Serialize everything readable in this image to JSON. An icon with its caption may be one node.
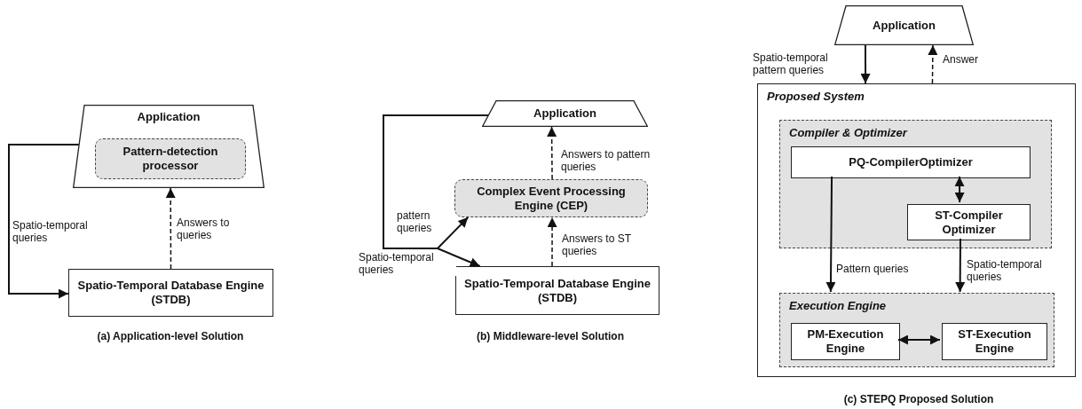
{
  "diagram": {
    "nodes": [
      {
        "text": [
          "Application"
        ]
      },
      {
        "text": [
          "Pattern-detection processor"
        ],
        "in": 0
      },
      {
        "text": [
          "Spatio-Temporal Database Engine (STDB)"
        ]
      },
      {
        "text": [
          "Application"
        ]
      },
      {
        "text": [
          "Complex Event Processing Engine (CEP)"
        ]
      },
      {
        "text": [
          "Spatio-Temporal Database Engine (STDB)"
        ]
      },
      {
        "text": [
          "Application"
        ]
      },
      {
        "text": [
          "Proposed System"
        ]
      },
      {
        "text": [
          "Compiler & Optimizer"
        ],
        "in": 7
      },
      {
        "text": [
          "PQ-CompilerOptimizer"
        ],
        "in": 8
      },
      {
        "text": [
          "ST-Compiler Optimizer"
        ],
        "in": 8
      },
      {
        "text": [
          "Execution Engine"
        ],
        "in": 7
      },
      {
        "text": [
          "PM-Execution Engine"
        ],
        "in": 11
      },
      {
        "text": [
          "ST-Execution Engine"
        ],
        "in": 11
      }
    ],
    "edges": [
      {
        "from": 0,
        "to": 2,
        "arrow": "to",
        "label": "Spatio-temporal queries"
      },
      {
        "from": 2,
        "to": 0,
        "arrow": "to",
        "label": "Answers to queries",
        "style": "dashed"
      },
      {
        "from": 3,
        "to": 4,
        "arrow": "to",
        "label": "pattern queries"
      },
      {
        "from": 3,
        "to": 5,
        "arrow": "to",
        "label": "Spatio-temporal queries"
      },
      {
        "from": 4,
        "to": 3,
        "arrow": "to",
        "label": "Answers to pattern queries",
        "style": "dashed"
      },
      {
        "from": 5,
        "to": 4,
        "arrow": "to",
        "label": "Answers to ST queries",
        "style": "dashed"
      },
      {
        "from": 6,
        "to": 7,
        "arrow": "to",
        "label": "Spatio-temporal pattern queries"
      },
      {
        "from": 7,
        "to": 6,
        "arrow": "to",
        "label": "Answer",
        "style": "dashed"
      },
      {
        "from": 9,
        "to": 10,
        "arrow": "both"
      },
      {
        "from": 9,
        "to": 11,
        "arrow": "to",
        "label": "Pattern queries"
      },
      {
        "from": 10,
        "to": 11,
        "arrow": "to",
        "label": "Spatio-temporal queries"
      },
      {
        "from": 12,
        "to": 13,
        "arrow": "both"
      }
    ],
    "labels": [
      "(a) Application-level Solution",
      "(b) Middleware-level Solution",
      "(c) STEPQ Proposed Solution"
    ]
  }
}
